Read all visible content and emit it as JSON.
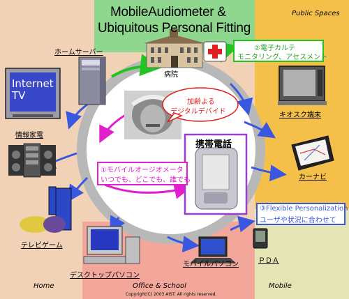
{
  "title": {
    "line1": "MobileAudiometer &",
    "line2": "Ubiquitous Personal Fitting"
  },
  "zones": {
    "public": "Public Spaces",
    "home": "Home",
    "office": "Office & School",
    "mobile": "Mobile"
  },
  "nodes": {
    "home_server": "ホームサーバー",
    "hospital": "病院",
    "internet_tv": "Internet TV",
    "info_appliance": "情報家電",
    "kiosk": "キオスク端末",
    "car_navi": "カーナビ",
    "tv_game": "テレビゲーム",
    "desktop_pc": "デスクトップパソコン",
    "mobile_pc": "モバイルパソコン",
    "pda": "ＰＤＡ",
    "mobile_phone": "携帯電話"
  },
  "callouts": {
    "ehr_line1": "②電子カルテ",
    "ehr_line2": "モニタリング、アセスメント",
    "aging_line1": "加齢よる",
    "aging_line2": "デジタルデバイド",
    "mobile_audiometer_line1": "①モバイルオージオメータ",
    "mobile_audiometer_line2": "いつでも、どこでも、誰でも",
    "flexible_line1": "③Flexible Personalization",
    "flexible_line2": "ユーザや状況に合わせて"
  },
  "copyright": "Copyright(C) 2003 AIST. All rights reserved.",
  "colors": {
    "home_bg": "#F2D2B6",
    "title_bg": "#8FD68F",
    "public_bg": "#F5C04A",
    "office_bg": "#F3A79B",
    "mobile_bg": "#E4E4B4",
    "ring": "#B8B8B8",
    "green_arrow": "#22C422",
    "blue_arrow": "#3A57E0",
    "magenta_arrow": "#E21ECF"
  }
}
